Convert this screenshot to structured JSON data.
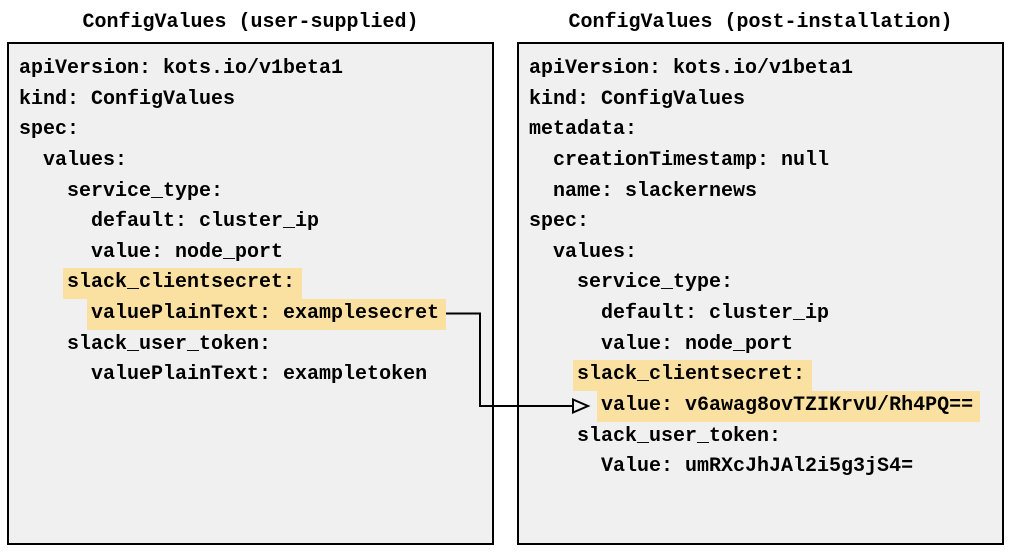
{
  "colors": {
    "highlight": "#fbe1a1",
    "panel_background": "#f0f0f0",
    "panel_border": "#000000",
    "text": "#000000",
    "arrow": "#000000",
    "page_background": "#ffffff"
  },
  "panels": [
    {
      "title": "ConfigValues (user-supplied)",
      "lines": [
        {
          "text": "apiVersion: kots.io/v1beta1",
          "highlight": false
        },
        {
          "text": "kind: ConfigValues",
          "highlight": false
        },
        {
          "text": "spec:",
          "highlight": false
        },
        {
          "text": "  values:",
          "highlight": false
        },
        {
          "text": "    service_type:",
          "highlight": false
        },
        {
          "text": "      default: cluster_ip",
          "highlight": false
        },
        {
          "text": "      value: node_port",
          "highlight": false
        },
        {
          "text": "    slack_clientsecret:",
          "highlight": true
        },
        {
          "text": "      valuePlainText: examplesecret",
          "highlight": true
        },
        {
          "text": "    slack_user_token:",
          "highlight": false
        },
        {
          "text": "      valuePlainText: exampletoken",
          "highlight": false
        }
      ]
    },
    {
      "title": "ConfigValues (post-installation)",
      "lines": [
        {
          "text": "apiVersion: kots.io/v1beta1",
          "highlight": false
        },
        {
          "text": "kind: ConfigValues",
          "highlight": false
        },
        {
          "text": "metadata:",
          "highlight": false
        },
        {
          "text": "  creationTimestamp: null",
          "highlight": false
        },
        {
          "text": "  name: slackernews",
          "highlight": false
        },
        {
          "text": "spec:",
          "highlight": false
        },
        {
          "text": "  values:",
          "highlight": false
        },
        {
          "text": "    service_type:",
          "highlight": false
        },
        {
          "text": "      default: cluster_ip",
          "highlight": false
        },
        {
          "text": "      value: node_port",
          "highlight": false
        },
        {
          "text": "    slack_clientsecret:",
          "highlight": true
        },
        {
          "text": "      value: v6awag8ovTZIKrvU/Rh4PQ==",
          "highlight": true
        },
        {
          "text": "    slack_user_token:",
          "highlight": false
        },
        {
          "text": "      Value: umRXcJhJAl2i5g3jS4=",
          "highlight": false
        }
      ]
    }
  ],
  "arrow": {
    "from": "valuePlainText: examplesecret",
    "to": "value: v6awag8ovTZIKrvU/Rh4PQ=="
  }
}
